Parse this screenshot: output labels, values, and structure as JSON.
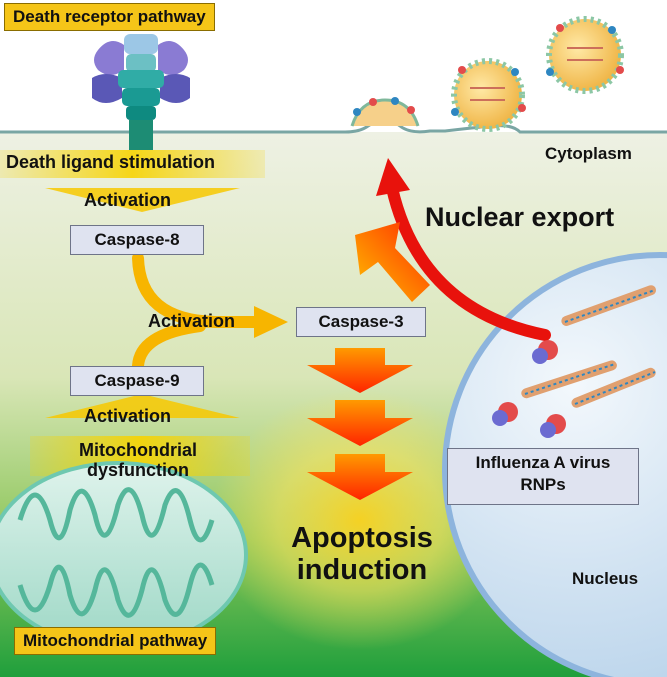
{
  "labels": {
    "death_receptor_pathway": "Death receptor pathway",
    "death_ligand_stimulation": "Death ligand stimulation",
    "activation_top": "Activation",
    "caspase8": "Caspase-8",
    "activation_mid": "Activation",
    "caspase3": "Caspase-3",
    "caspase9": "Caspase-9",
    "activation_bottom": "Activation",
    "mitochondrial_dysfunction_line1": "Mitochondrial",
    "mitochondrial_dysfunction_line2": "dysfunction",
    "mitochondrial_pathway": "Mitochondrial pathway",
    "cytoplasm": "Cytoplasm",
    "nuclear_export": "Nuclear export",
    "influenza_line1": "Influenza A virus",
    "influenza_line2": "RNPs",
    "apoptosis_line1": "Apoptosis",
    "apoptosis_line2": "induction",
    "nucleus": "Nucleus"
  },
  "colors": {
    "yellow_label": "#f5c518",
    "caspase_box": "#dfe3f0",
    "cytoplasm_top": "#e7ecd8",
    "cytoplasm_bottom": "#1fa23a",
    "membrane": "#7aa6a4",
    "nucleus": "#c9ddef",
    "nuclear_export_arrow": "#e8120c",
    "activation_arrow": "#f7b500",
    "apoptosis_arrow": "#ff4a00"
  }
}
